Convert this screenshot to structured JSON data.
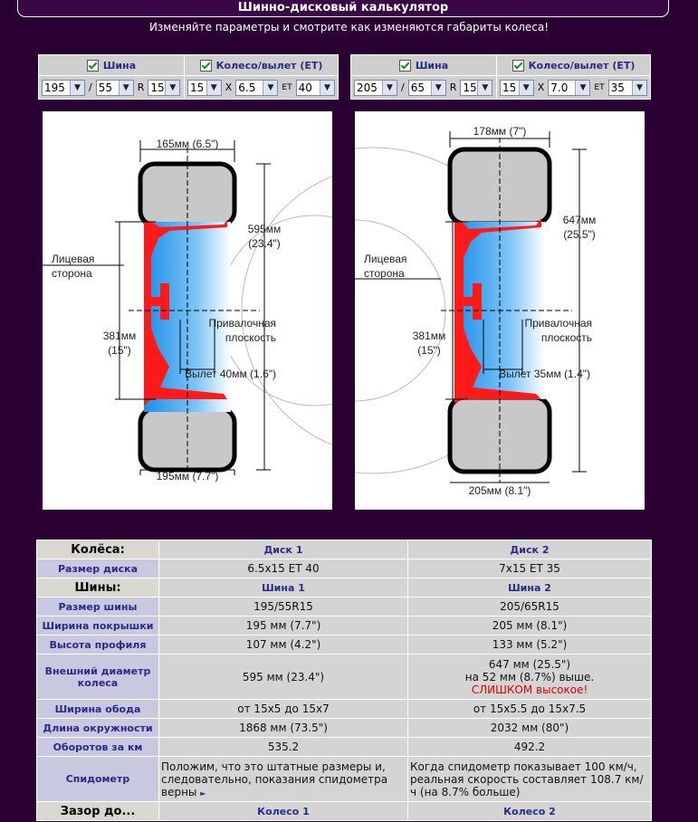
{
  "header": {
    "title": "Шинно-дисковый калькулятор",
    "subtitle": "Изменяйте параметры и смотрите как изменяются габариты колеса!"
  },
  "panels": [
    {
      "tire_label": "Шина",
      "wheel_label": "Колесо/вылет (ET)",
      "tire_width": "195",
      "slash": "/",
      "profile": "55",
      "r_label": "R",
      "tire_diameter": "15",
      "rim_diameter": "15",
      "x_label": "X",
      "rim_width": "6.5",
      "et_label": "ET",
      "offset": "40"
    },
    {
      "tire_label": "Шина",
      "wheel_label": "Колесо/вылет (ET)",
      "tire_width": "205",
      "slash": "/",
      "profile": "65",
      "r_label": "R",
      "tire_diameter": "15",
      "rim_diameter": "15",
      "x_label": "X",
      "rim_width": "7.0",
      "et_label": "ET",
      "offset": "35"
    }
  ],
  "diagrams": [
    {
      "top_width": "165мм (6.5\")",
      "height_mm": "595мм",
      "height_in": "(23.4\")",
      "face_l1": "Лицевая",
      "face_l2": "сторона",
      "rim_mm": "381мм",
      "rim_in": "(15\")",
      "mount_l1": "Привалочная",
      "mount_l2": "плоскость",
      "offset_text": "Вылет 40мм (1.6\")",
      "bottom_width": "195мм (7.7\")"
    },
    {
      "top_width": "178мм (7\")",
      "height_mm": "647мм",
      "height_in": "(25.5\")",
      "face_l1": "Лицевая",
      "face_l2": "сторона",
      "rim_mm": "381мм",
      "rim_in": "(15\")",
      "mount_l1": "Привалочная",
      "mount_l2": "плоскость",
      "offset_text": "Вылет 35мм (1.4\")",
      "bottom_width": "205мм (8.1\")"
    }
  ],
  "results": {
    "wheels_label": "Колёса:",
    "disk1": "Диск 1",
    "disk2": "Диск 2",
    "rim_size_label": "Размер диска",
    "rim_size_1": "6.5x15 ET 40",
    "rim_size_2": "7x15 ET 35",
    "tires_label": "Шины:",
    "tire1": "Шина 1",
    "tire2": "Шина 2",
    "tire_size_label": "Размер шины",
    "tire_size_1": "195/55R15",
    "tire_size_2": "205/65R15",
    "tread_width_label": "Ширина покрышки",
    "tread_width_1": "195 мм (7.7\")",
    "tread_width_2": "205 мм (8.1\")",
    "profile_height_label": "Высота профиля",
    "profile_height_1": "107 мм (4.2\")",
    "profile_height_2": "133 мм (5.2\")",
    "outer_diameter_label": "Внешний диаметр колеса",
    "outer_diameter_1": "595 мм (23.4\")",
    "outer_diameter_2_l1": "647 мм (25.5\")",
    "outer_diameter_2_l2": "на 52 мм (8.7%) выше.",
    "outer_diameter_2_warn": "СЛИШКОМ высокое!",
    "rim_width_label": "Ширина обода",
    "rim_width_1": "от 15x5 до 15x7",
    "rim_width_2": "от 15x5.5 до 15x7.5",
    "circumference_label": "Длина окружности",
    "circumference_1": "1868 мм (73.5\")",
    "circumference_2": "2032 мм (80\")",
    "rpk_label": "Оборотов за км",
    "rpk_1": "535.2",
    "rpk_2": "492.2",
    "speedo_label": "Спидометр",
    "speedo_1": "Положим, что это штатные размеры и, следовательно, показания спидометра верны",
    "speedo_2": "Когда спидометр показывает 100 км/ч, реальная скорость составляет 108.7 км/ч (на 8.7% больше)",
    "clearance_label": "Зазор до...",
    "wheel1": "Колесо 1",
    "wheel2": "Колесо 2"
  },
  "colors": {
    "background": "#2a0033",
    "tire": "#c8c8c8",
    "rim_red": "#ff1a1a",
    "rim_blue": "#3aa0e8"
  }
}
